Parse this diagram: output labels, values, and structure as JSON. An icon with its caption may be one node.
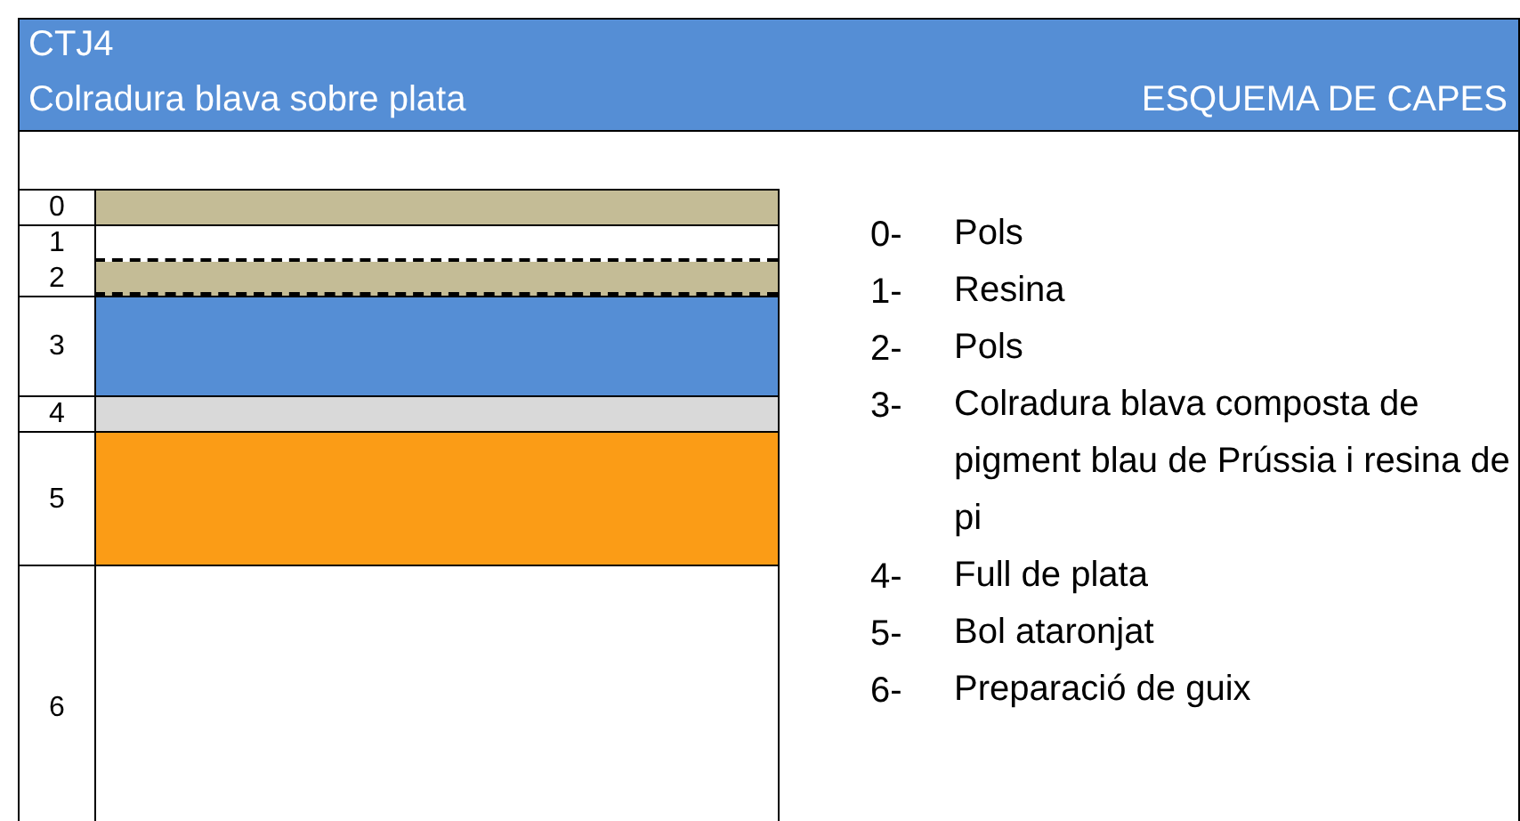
{
  "diagram": {
    "title": "CTJ4",
    "nodes": [
      {
        "text": [
          "0"
        ]
      },
      {
        "text": [
          "1"
        ]
      },
      {
        "text": [
          "2"
        ]
      },
      {
        "text": [
          "3"
        ]
      },
      {
        "text": [
          "4"
        ]
      },
      {
        "text": [
          "5"
        ]
      },
      {
        "text": [
          "6"
        ]
      }
    ],
    "labels": [
      "Colradura blava sobre plata",
      "ESQUEMA DE CAPES",
      "0-",
      "Pols",
      "1-",
      "Resina",
      "2-",
      "Pols",
      "3-",
      "Colradura blava composta de pigment blau de Prússia i resina de pi",
      "4-",
      "Full de plata",
      "5-",
      "Bol ataronjat",
      "6-",
      "Preparació de guix"
    ]
  }
}
